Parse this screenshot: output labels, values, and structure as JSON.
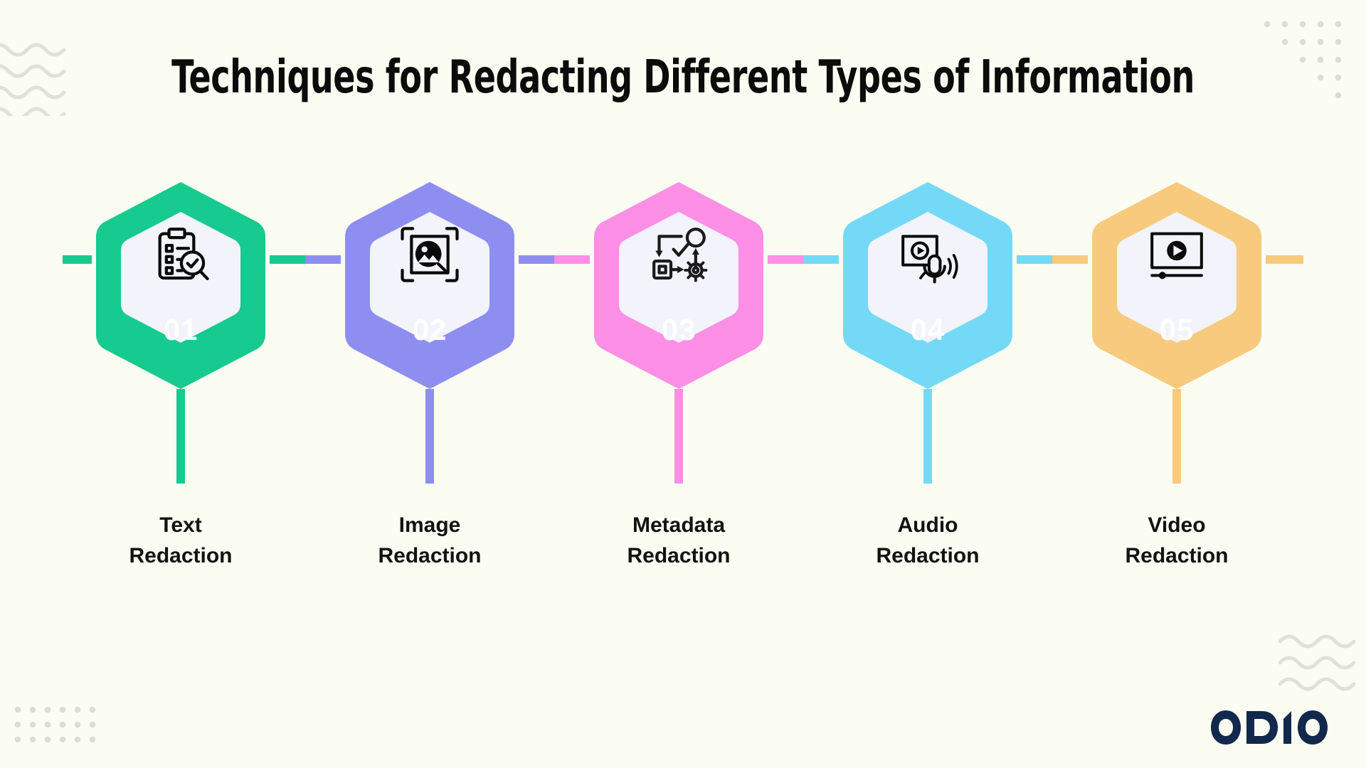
{
  "page": {
    "background_color": "#fbfdf2",
    "title": "Techniques for Redacting Different Types of Information"
  },
  "brand": {
    "name": "ODIO",
    "color": "#12284c"
  },
  "decorations": {
    "dot_color": "#d9dfd2",
    "wave_color": "#dde3d6",
    "waves_top_left": "wavy-lines-decoration",
    "waves_bottom_right": "wavy-lines-decoration",
    "dots_top_right": "triangular-dot-grid",
    "dots_bottom_left": "rectangular-dot-grid"
  },
  "flow": {
    "connector_line_thickness": 12,
    "steps": [
      {
        "number": "01",
        "label": "Text\nRedaction",
        "color": "#17ca8f",
        "icon": "clipboard-checklist-search-icon",
        "inner_color": "#f2f3fb"
      },
      {
        "number": "02",
        "label": "Image\nRedaction",
        "color": "#8e8ef0",
        "icon": "image-scan-search-icon",
        "inner_color": "#f2f3fb"
      },
      {
        "number": "03",
        "label": "Metadata\nRedaction",
        "color": "#fd8fe6",
        "icon": "workflow-gear-diagram-icon",
        "inner_color": "#f2f3fb"
      },
      {
        "number": "04",
        "label": "Audio\nRedaction",
        "color": "#74d9f7",
        "icon": "video-microphone-audio-icon",
        "inner_color": "#f2f3fb"
      },
      {
        "number": "05",
        "label": "Video\nRedaction",
        "color": "#f8ca7e",
        "icon": "video-player-play-icon",
        "inner_color": "#f2f3fb"
      }
    ]
  }
}
